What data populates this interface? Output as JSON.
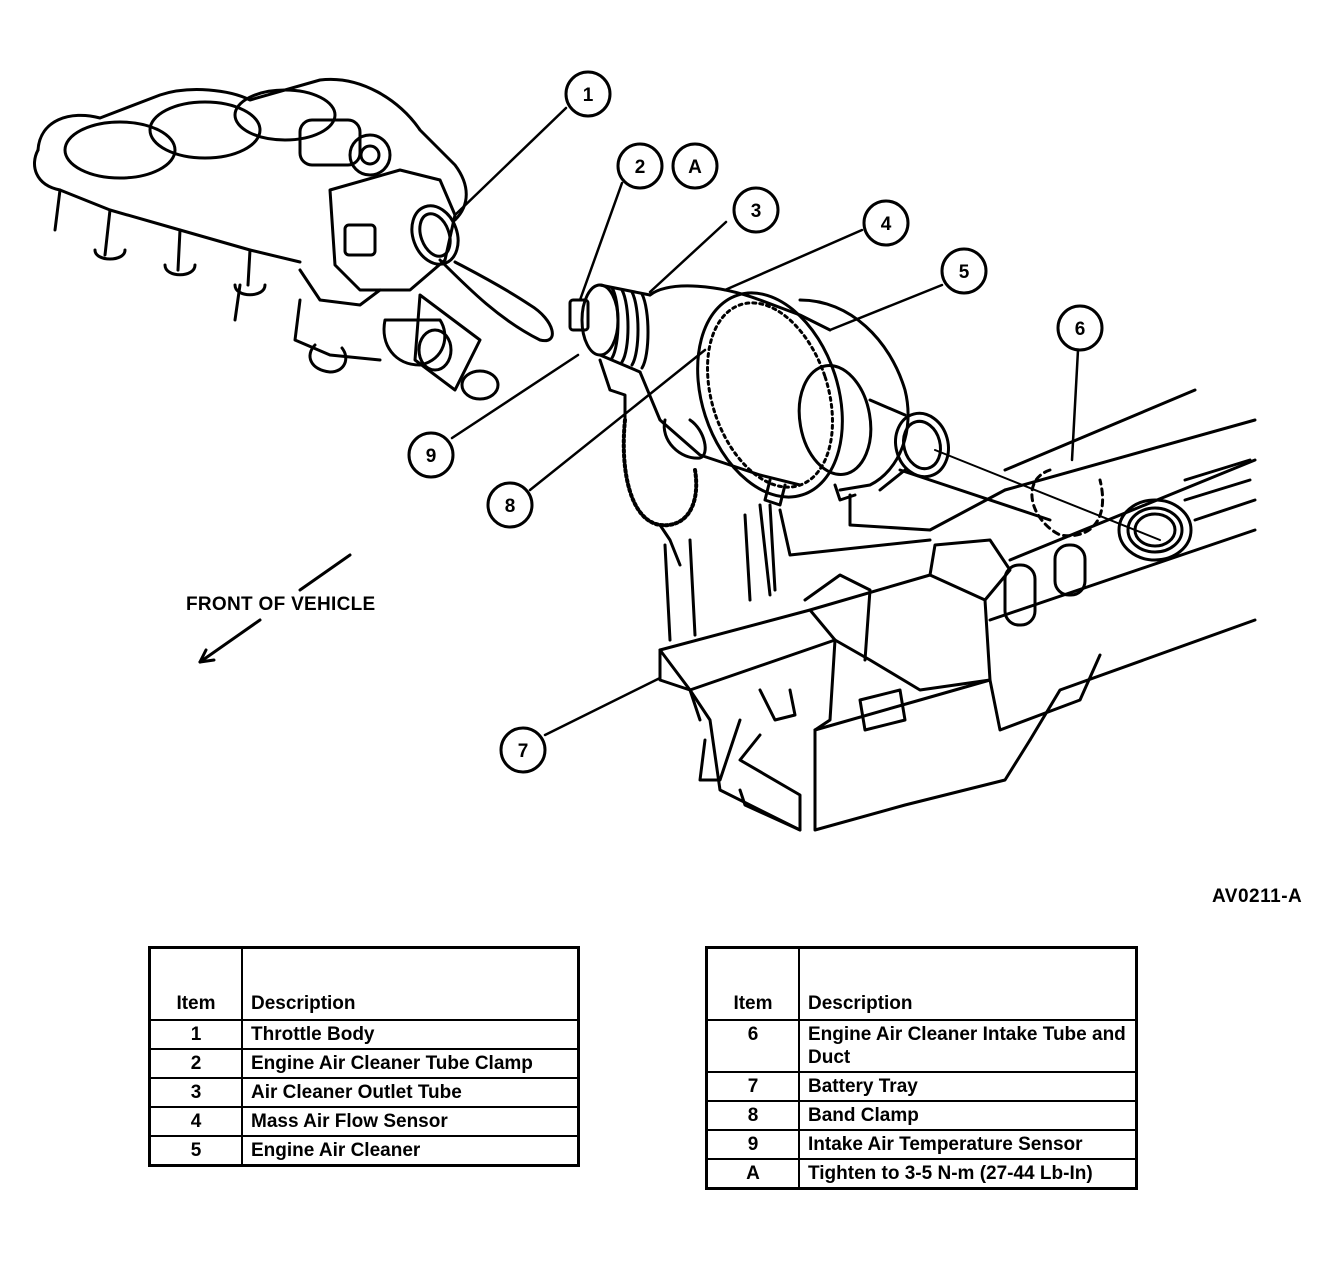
{
  "figure_id": "AV0211-A",
  "orientation_label": "FRONT OF VEHICLE",
  "callouts": [
    "1",
    "2",
    "A",
    "3",
    "4",
    "5",
    "6",
    "9",
    "8",
    "7"
  ],
  "legend": {
    "header_item": "Item",
    "header_description": "Description",
    "left": [
      {
        "item": "1",
        "description": "Throttle Body"
      },
      {
        "item": "2",
        "description": "Engine Air Cleaner Tube Clamp"
      },
      {
        "item": "3",
        "description": "Air Cleaner Outlet Tube"
      },
      {
        "item": "4",
        "description": "Mass Air Flow Sensor"
      },
      {
        "item": "5",
        "description": "Engine Air Cleaner"
      }
    ],
    "right": [
      {
        "item": "6",
        "description": "Engine Air Cleaner Intake Tube and Duct"
      },
      {
        "item": "7",
        "description": "Battery Tray"
      },
      {
        "item": "8",
        "description": "Band Clamp"
      },
      {
        "item": "9",
        "description": "Intake Air Temperature Sensor"
      },
      {
        "item": "A",
        "description": "Tighten to 3-5 N-m (27-44 Lb-In)"
      }
    ]
  }
}
